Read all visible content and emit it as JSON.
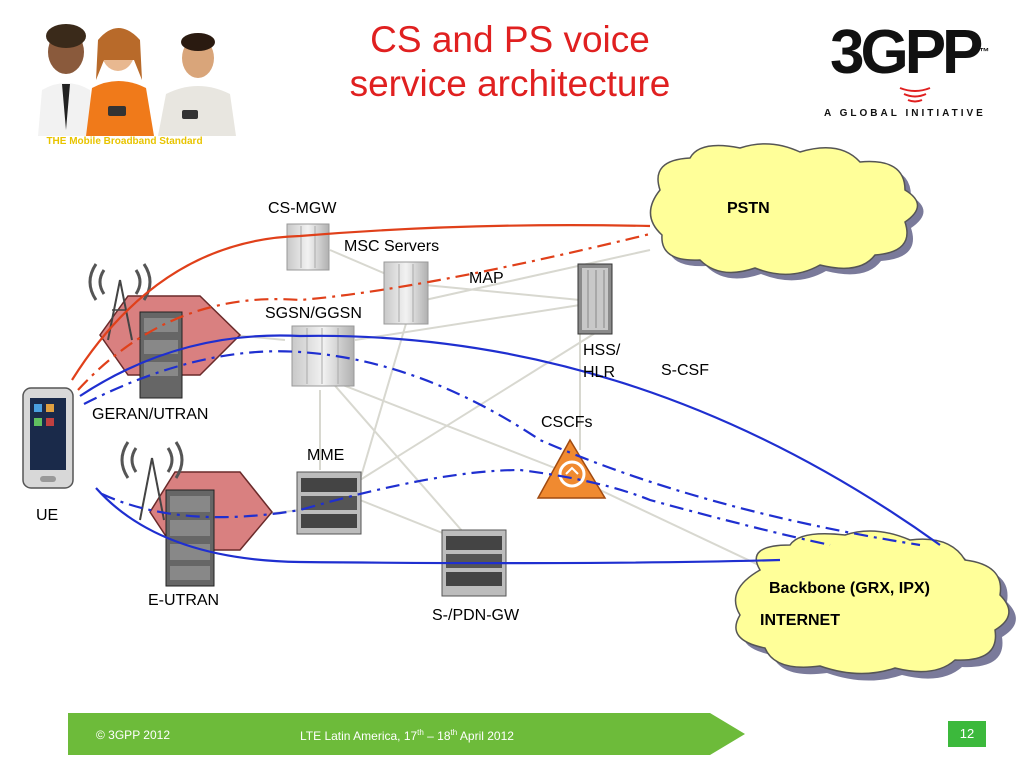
{
  "title": {
    "line1": "CS and PS voice",
    "line2": "service architecture"
  },
  "branding": {
    "tagline": "THE Mobile Broadband Standard",
    "logo_text": "3GPP",
    "logo_tm": "™",
    "logo_subtitle": "A GLOBAL INITIATIVE"
  },
  "diagram": {
    "nodes": {
      "pstn": "PSTN",
      "cs_mgw": "CS-MGW",
      "msc_servers": "MSC Servers",
      "map": "MAP",
      "sgsn_ggsn": "SGSN/GGSN",
      "hss_line1": "HSS/",
      "hss_line2": "HLR",
      "s_csf": "S-CSF",
      "geran_utran": "GERAN/UTRAN",
      "cscfs": "CSCFs",
      "mme": "MME",
      "ue": "UE",
      "e_utran": "E-UTRAN",
      "s_pdn_gw": "S-/PDN-GW",
      "backbone_line1": "Backbone (GRX, IPX)",
      "backbone_line2": "INTERNET"
    },
    "colors": {
      "cs_path": "#e0401a",
      "ps_path": "#1f2fd0",
      "cloud_fill": "#ffff99",
      "cloud_shadow": "#7a7a9a",
      "cell_hex": "#d98080",
      "cscf_triangle": "#f08a30",
      "signalling": "#d8d8d0"
    }
  },
  "footer": {
    "copyright": "© 3GPP 2012",
    "event_prefix": "LTE Latin America, 17",
    "event_sup1": "th",
    "event_mid": " – 18",
    "event_sup2": "th",
    "event_suffix": " April 2012",
    "page_number": "12",
    "bar_color": "#6dbb3a"
  }
}
